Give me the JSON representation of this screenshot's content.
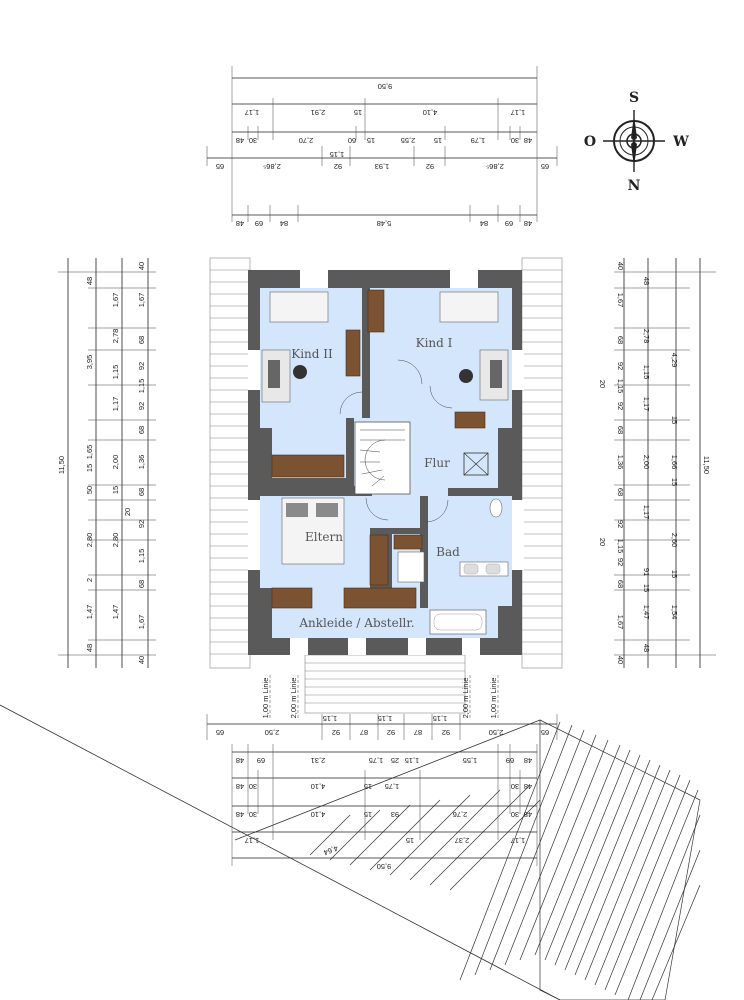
{
  "rooms": {
    "kind2": "Kind II",
    "kind1": "Kind I",
    "flur": "Flur",
    "eltern": "Eltern",
    "bad": "Bad",
    "ankleide": "Ankleide / Abstellr."
  },
  "compass": {
    "top": "S",
    "bottom": "N",
    "left": "O",
    "right": "W"
  },
  "top_dims": {
    "total": "9,50",
    "row1": [
      "1,17",
      "2,91",
      "15",
      "4,10",
      "1,17"
    ],
    "row2": [
      "48",
      "30",
      "2,70",
      "60",
      "15",
      "2,55",
      "15",
      "1,79",
      "30",
      "48"
    ],
    "row3": [
      "65",
      "2,86⁵",
      "1,15",
      "92",
      "1,93",
      "92",
      "2,86⁵",
      "65"
    ],
    "row4": [
      "48",
      "69",
      "84",
      "5,48",
      "84",
      "69",
      "48"
    ]
  },
  "left_dims": {
    "total": "11,50",
    "col_a": [
      "48",
      "1,67",
      "2,78",
      "1,15",
      "1,17",
      "2,00",
      "15",
      "2,80",
      "2",
      "1,47",
      "48"
    ],
    "col_b": [
      "3,95",
      "1,65",
      "50",
      "15"
    ],
    "col_c": [
      "40",
      "1,67",
      "68",
      "92",
      "1,15",
      "92",
      "68",
      "1,36",
      "68",
      "92",
      "20",
      "1,15",
      "68",
      "1,67",
      "40"
    ]
  },
  "right_dims": {
    "total": "11,50",
    "col_a": [
      "40",
      "1,67",
      "68",
      "92",
      "1,15",
      "92",
      "68",
      "1,36",
      "68",
      "92",
      "1,15",
      "92",
      "68",
      "1,67",
      "40"
    ],
    "col_b": [
      "20",
      "20"
    ],
    "col_c": [
      "48",
      "2,78",
      "1,15",
      "1,17",
      "2,00",
      "15",
      "1,66",
      "15",
      "1,17",
      "2,60",
      "91",
      "15",
      "1,47",
      "48"
    ],
    "col_d": [
      "4,29",
      "15",
      "1,54"
    ]
  },
  "bottom_dims": {
    "total": "9,50",
    "row1": [
      "65",
      "2,50",
      "92",
      "87",
      "92",
      "87",
      "92",
      "2,50",
      "65"
    ],
    "row1b": [
      "1,15",
      "1,15",
      "1,15"
    ],
    "row2": [
      "48",
      "69",
      "2,31",
      "1,75",
      "25",
      "1,15",
      "1,55",
      "69",
      "48"
    ],
    "row3": [
      "48",
      "30",
      "4,10",
      "15",
      "1,75",
      "30",
      "48"
    ],
    "row4": [
      "48",
      "30",
      "4,10",
      "15",
      "93",
      "2,76",
      "30",
      "48"
    ],
    "row5": [
      "1,17",
      "15",
      "2,37",
      "1,17"
    ],
    "diag": "4,64",
    "heights": [
      "1,00 m Linie",
      "2,00 m Linie",
      "2,00 m Linie",
      "1,00 m Linie"
    ]
  }
}
